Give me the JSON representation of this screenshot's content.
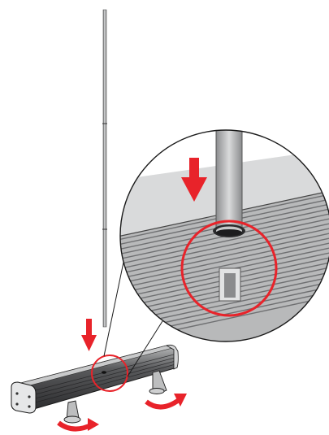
{
  "figure": {
    "kind": "assembly-instruction-illustration",
    "has_text": false
  },
  "colors": {
    "background": "#ffffff",
    "accent_red": "#e8232a",
    "pole_gray": "#9a9b9d",
    "metal_dark": "#4a4a4c",
    "metal_light": "#d7d8d9",
    "outline": "#1a1a1a"
  },
  "parts": {
    "pole": {
      "segments": 3
    },
    "base": {
      "feet": 2
    },
    "detail_callout": {
      "zoom": true
    }
  },
  "icons": [
    "down-arrow-icon",
    "rotate-arrow-icon",
    "magnify-circle-icon"
  ]
}
